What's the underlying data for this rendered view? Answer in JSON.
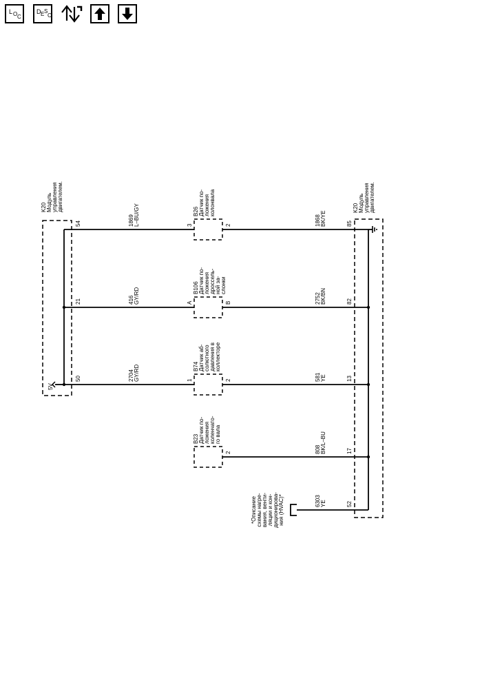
{
  "toolbar": {
    "loc_icon": {
      "top": "L",
      "sub1": "O",
      "sub2": "C"
    },
    "desc_icon": {
      "top": "D",
      "sub1": "E",
      "sub2": "S",
      "sub3": "C"
    },
    "icons": [
      "loc-icon",
      "desc-icon",
      "service-tools-icon",
      "arrow-up-icon",
      "arrow-down-icon"
    ]
  },
  "ecm_left": {
    "ref": "K20",
    "name": [
      "Модуль",
      "управления",
      "двигателем."
    ],
    "pin_5v": "5V"
  },
  "ecm_right": {
    "ref": "K20",
    "name": [
      "Модуль",
      "управления",
      "двигателем."
    ]
  },
  "sensors": [
    {
      "ref": "B26",
      "name": [
        "Датчик по-",
        "ложения",
        "колонвала"
      ],
      "pin_in": "3",
      "pin_out": "2"
    },
    {
      "ref": "B106",
      "name": [
        "Датчик по-",
        "ложения",
        "дроссель-",
        "ной за-",
        "слонки"
      ],
      "pin_in": "A",
      "pin_out": "B"
    },
    {
      "ref": "B74",
      "name": [
        "Датчик аб-",
        "солютного",
        "давления в",
        "коллекторе"
      ],
      "pin_in": "1",
      "pin_out": "2"
    },
    {
      "ref": "B23",
      "name": [
        "Датчик по-",
        "ложения",
        "коленчато-",
        "го вала"
      ],
      "pin_out": "2"
    }
  ],
  "wires_left": [
    {
      "pin": "54",
      "circuit": "1869",
      "color": "L–BU/GY"
    },
    {
      "pin": "21",
      "circuit": "416",
      "color": "GY/RD"
    },
    {
      "pin": "50",
      "circuit": "2704",
      "color": "GY/RD"
    }
  ],
  "wires_right": [
    {
      "pin": "85",
      "circuit": "1868",
      "color": "BK/YE"
    },
    {
      "pin": "82",
      "circuit": "2752",
      "color": "BK/BN"
    },
    {
      "pin": "13",
      "circuit": "581",
      "color": "YE"
    },
    {
      "pin": "17",
      "circuit": "808",
      "color": "BK/L–BU"
    },
    {
      "pin": "52",
      "circuit": "6303",
      "color": "YE"
    }
  ],
  "hvac_ref": [
    "*Описание",
    "схемы нагре-",
    "вания, венти-",
    "ляции и кон-",
    "диционирова-",
    "ния (HVAC)*"
  ]
}
